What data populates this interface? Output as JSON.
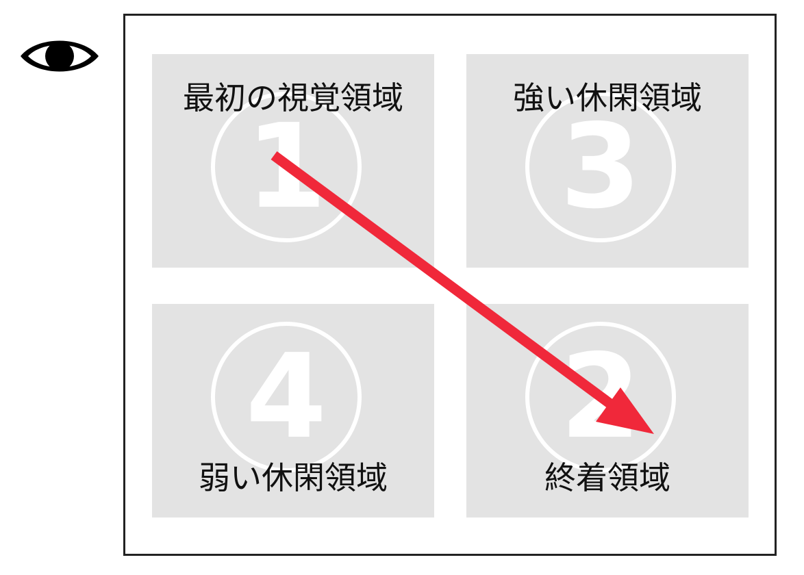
{
  "eye_icon": "eye-icon",
  "quadrants": [
    {
      "number": "1",
      "label": "最初の視覚領域"
    },
    {
      "number": "3",
      "label": "強い休閑領域"
    },
    {
      "number": "4",
      "label": "弱い休閑領域"
    },
    {
      "number": "2",
      "label": "終着領域"
    }
  ],
  "colors": {
    "arrow": "#f0283a",
    "quadrant_fill": "#e3e3e3",
    "frame": "#222222"
  }
}
